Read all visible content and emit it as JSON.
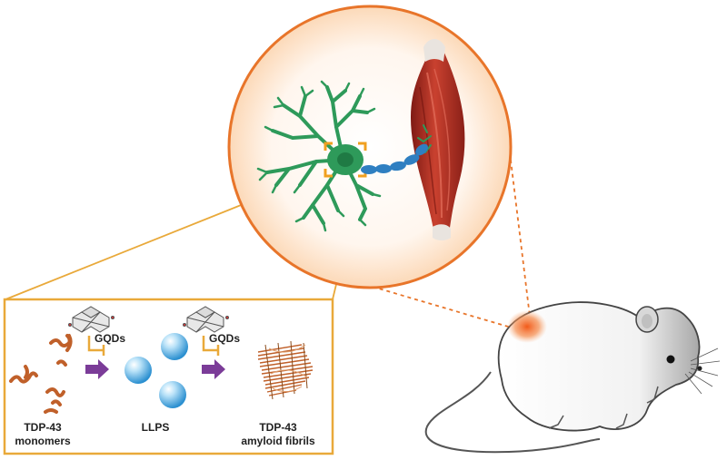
{
  "labels": {
    "gqds_left": "GQDs",
    "gqds_right": "GQDs",
    "monomers_line1": "TDP-43",
    "monomers_line2": "monomers",
    "llps": "LLPS",
    "fibrils_line1": "TDP-43",
    "fibrils_line2": "amyloid fibrils"
  },
  "colors": {
    "circle_border": "#e8752a",
    "box_border": "#e9a93a",
    "inhibit": "#e9a93a",
    "arrow": "#7b3c98",
    "neuron": "#2e9a5a",
    "axon": "#2f7fc1",
    "muscle": "#b8342a",
    "droplet": "#4aa8e0",
    "hotspot": "#f07030",
    "protein": "#c0602a"
  },
  "icons": [
    "neuron-icon",
    "muscle-icon",
    "mouse-icon",
    "gqd-sheet-icon",
    "droplet-icon",
    "fibril-icon",
    "protein-monomer-icon",
    "process-arrow-icon",
    "inhibition-icon"
  ]
}
